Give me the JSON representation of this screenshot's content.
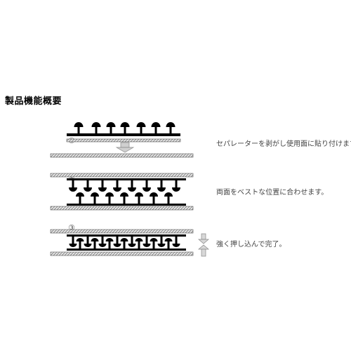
{
  "title": "製品機能概要",
  "steps": [
    {
      "number": "①",
      "text": "セパレーターを剥がし使用面に貼り付けます。"
    },
    {
      "number": "②",
      "text": "両面をベストな位置に合わせます。"
    },
    {
      "number": "③",
      "text": "強く押し込んで完了。"
    }
  ],
  "colors": {
    "ink": "#000000",
    "sheet": "#c8c8c8",
    "arrow": "#d0d0d0"
  },
  "icons": [
    "mushroom-hook-icon",
    "down-arrow-icon",
    "press-arrows-icon"
  ]
}
